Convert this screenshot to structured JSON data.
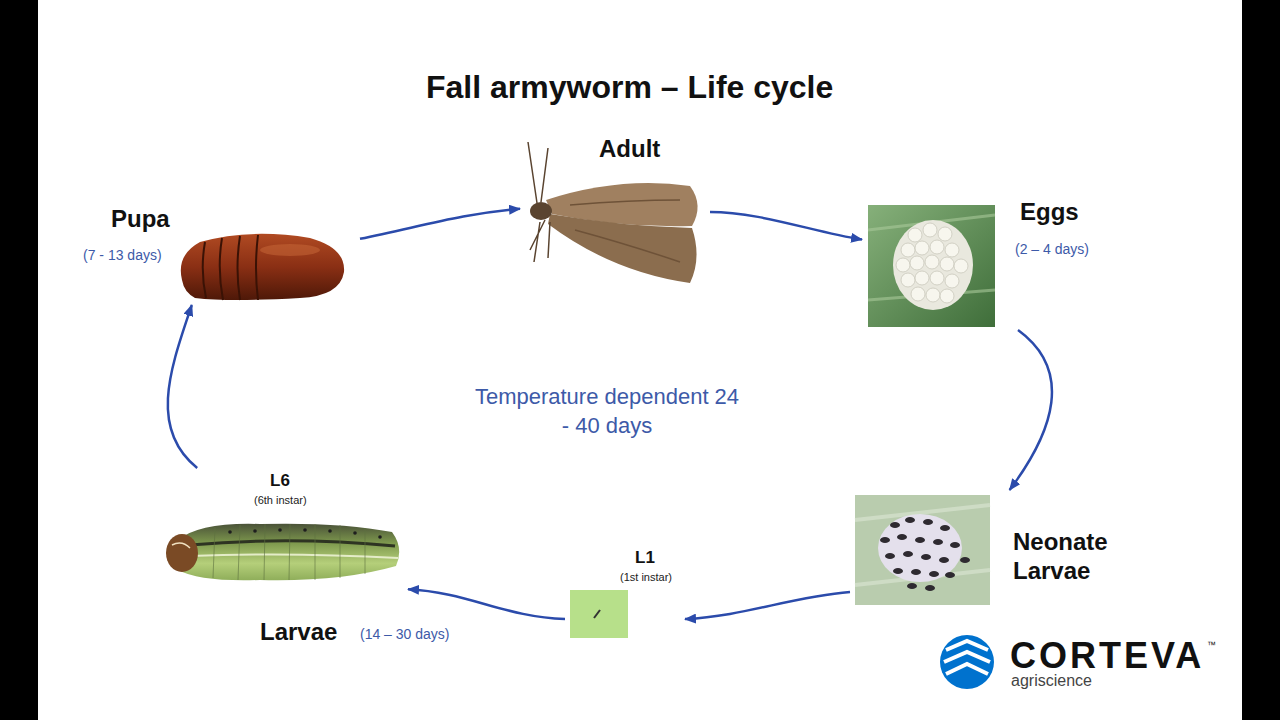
{
  "diagram": {
    "title": "Fall armyworm – Life cycle",
    "nodes": [
      {
        "text": [
          "Pupa",
          "(7 - 13 days)"
        ]
      },
      {
        "text": [
          "Adult"
        ]
      },
      {
        "text": [
          "Eggs",
          "(2 – 4 days)"
        ]
      },
      {
        "text": [
          "Neonate Larvae"
        ]
      },
      {
        "text": [
          "L1",
          "(1st instar)"
        ]
      },
      {
        "text": [
          "L6",
          "(6th instar)"
        ]
      }
    ],
    "edges": [
      {
        "from": 0,
        "to": 1,
        "arrow": "to"
      },
      {
        "from": 1,
        "to": 2,
        "arrow": "to"
      },
      {
        "from": 2,
        "to": 3,
        "arrow": "to"
      },
      {
        "from": 3,
        "to": 4,
        "arrow": "to"
      },
      {
        "from": 4,
        "to": 5,
        "arrow": "to"
      },
      {
        "from": 5,
        "to": 0,
        "arrow": "to"
      }
    ],
    "labels": [
      "Larvae",
      "(14 – 30 days)",
      "Temperature dependent 24 - 40 days",
      "CORTEVA",
      "™",
      "agriscience"
    ]
  }
}
